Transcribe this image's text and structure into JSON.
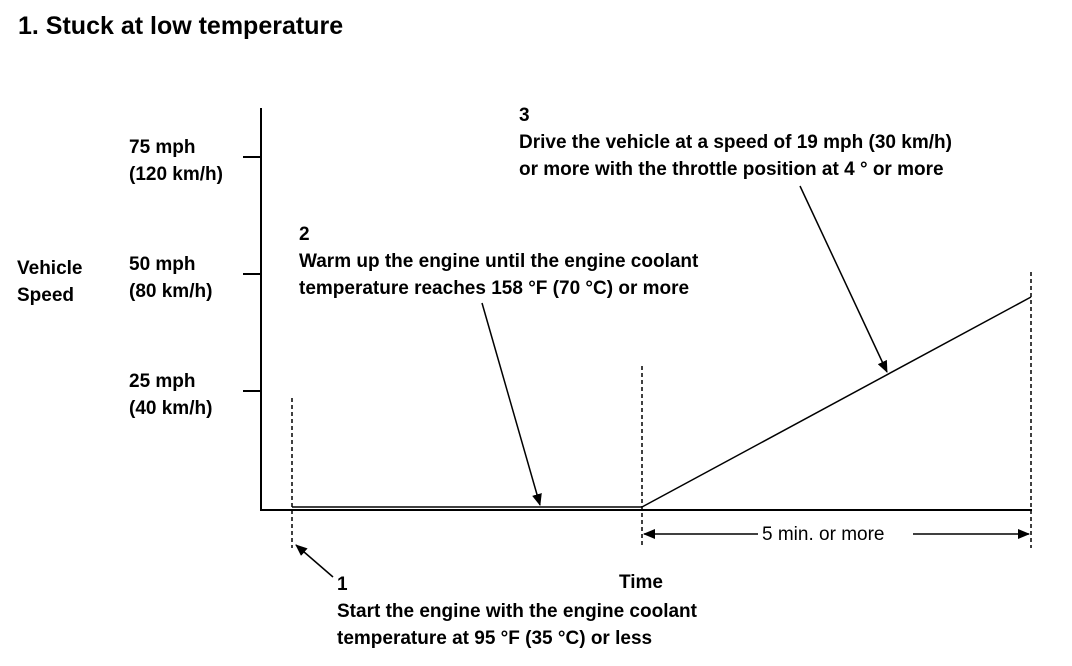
{
  "title": "1. Stuck at low temperature",
  "y_axis": {
    "label_line1": "Vehicle",
    "label_line2": "Speed",
    "ticks": [
      {
        "line1": "75 mph",
        "line2": "(120 km/h)"
      },
      {
        "line1": "50 mph",
        "line2": "(80 km/h)"
      },
      {
        "line1": "25 mph",
        "line2": "(40 km/h)"
      }
    ]
  },
  "x_axis": {
    "label": "Time"
  },
  "steps": [
    {
      "number": "1",
      "line1": "Start the engine with the engine coolant",
      "line2": "temperature at 95 °F (35 °C) or less"
    },
    {
      "number": "2",
      "line1": "Warm up the engine until the engine coolant",
      "line2": "temperature reaches 158 °F (70 °C) or more"
    },
    {
      "number": "3",
      "line1": "Drive the vehicle at a speed of 19 mph (30 km/h)",
      "line2": "or more with the throttle position at 4 ° or more"
    }
  ],
  "duration": {
    "label": "5 min. or  more"
  }
}
